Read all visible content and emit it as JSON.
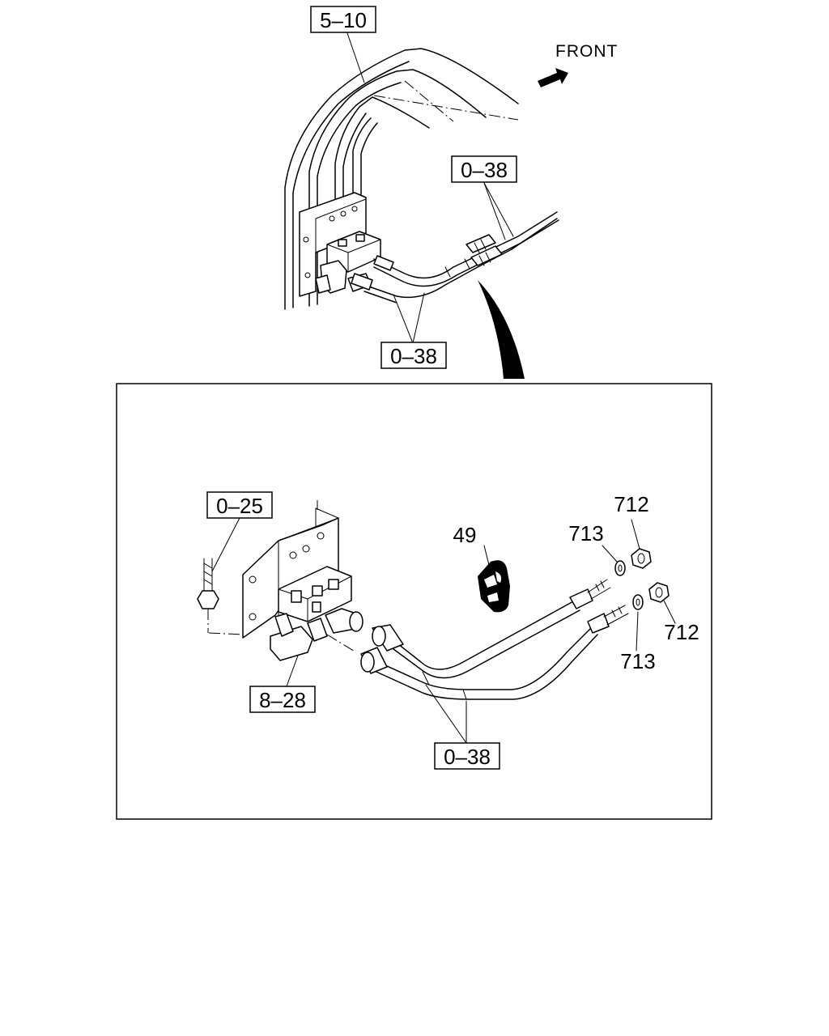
{
  "direction_label": "FRONT",
  "top_view": {
    "ref_5_10": "5–10",
    "ref_0_38_upper": "0–38",
    "ref_0_38_lower": "0–38"
  },
  "detail_view": {
    "ref_0_25": "0–25",
    "ref_8_28": "8–28",
    "ref_0_38": "0–38",
    "part_49": "49",
    "part_712_a": "712",
    "part_712_b": "712",
    "part_713_a": "713",
    "part_713_b": "713"
  },
  "icons": [
    "front-arrow-icon",
    "callout-arrow-icon"
  ]
}
